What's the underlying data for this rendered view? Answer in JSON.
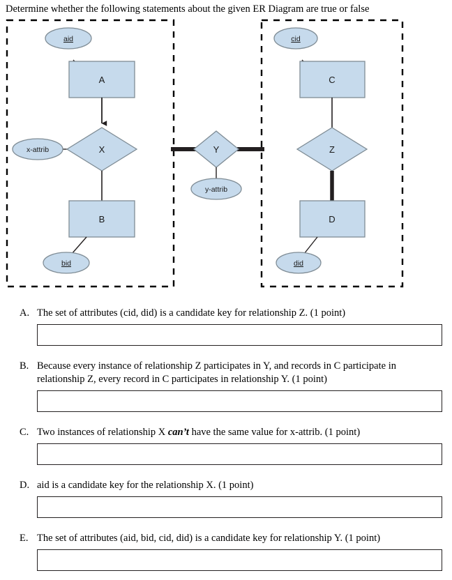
{
  "prompt": "Determine whether the following statements about the given ER Diagram are true or false",
  "colors": {
    "shape_fill": "#c6daec",
    "shape_stroke": "#7f8c95",
    "line": "#231f20",
    "dashed_border": "#000000",
    "answer_box_border": "#231f20"
  },
  "diagram": {
    "left_group": {
      "name": "left-dashed-group",
      "entities": [
        {
          "id": "A",
          "label": "A"
        },
        {
          "id": "B",
          "label": "B"
        }
      ],
      "relationships": [
        {
          "id": "X",
          "label": "X"
        }
      ],
      "attributes": [
        {
          "id": "aid",
          "label": "aid",
          "key": true,
          "owner": "A"
        },
        {
          "id": "bid",
          "label": "bid",
          "key": true,
          "owner": "B"
        },
        {
          "id": "x-attrib",
          "label": "x-attrib",
          "key": false,
          "owner": "X"
        }
      ],
      "edges": [
        {
          "from": "A",
          "to": "X",
          "style": "arrow"
        },
        {
          "from": "X",
          "to": "B",
          "style": "thin"
        }
      ]
    },
    "center_group": {
      "name": "center-relationship-group",
      "relationships": [
        {
          "id": "Y",
          "label": "Y"
        }
      ],
      "attributes": [
        {
          "id": "y-attrib",
          "label": "y-attrib",
          "key": false,
          "owner": "Y"
        }
      ],
      "edges": [
        {
          "from": "left-group",
          "to": "Y",
          "style": "thick"
        },
        {
          "from": "Y",
          "to": "right-group",
          "style": "thick"
        }
      ]
    },
    "right_group": {
      "name": "right-dashed-group",
      "entities": [
        {
          "id": "C",
          "label": "C"
        },
        {
          "id": "D",
          "label": "D"
        }
      ],
      "relationships": [
        {
          "id": "Z",
          "label": "Z"
        }
      ],
      "attributes": [
        {
          "id": "cid",
          "label": "cid",
          "key": true,
          "owner": "C"
        },
        {
          "id": "did",
          "label": "did",
          "key": true,
          "owner": "D"
        }
      ],
      "edges": [
        {
          "from": "C",
          "to": "Z",
          "style": "thin"
        },
        {
          "from": "Z",
          "to": "D",
          "style": "thick"
        }
      ]
    }
  },
  "questions": [
    {
      "letter": "A.",
      "text": "The set of attributes (cid, did) is a candidate key for relationship Z. (1 point)",
      "answer": ""
    },
    {
      "letter": "B.",
      "text": "Because every instance of relationship Z participates in Y, and records in C participate in relationship Z, every record in C participates in relationship Y. (1 point)",
      "answer": ""
    },
    {
      "letter": "C.",
      "text_before": "Two instances of relationship X ",
      "text_emphasis": "can’t",
      "text_after": " have the same value for x-attrib. (1 point)",
      "letter_c": "C.",
      "answer": ""
    },
    {
      "letter": "D.",
      "text": "aid is a candidate key for the relationship X. (1 point)",
      "answer": ""
    },
    {
      "letter": "E.",
      "text": "The set of attributes (aid, bid, cid, did) is a candidate key for relationship Y. (1 point)",
      "answer": ""
    }
  ]
}
